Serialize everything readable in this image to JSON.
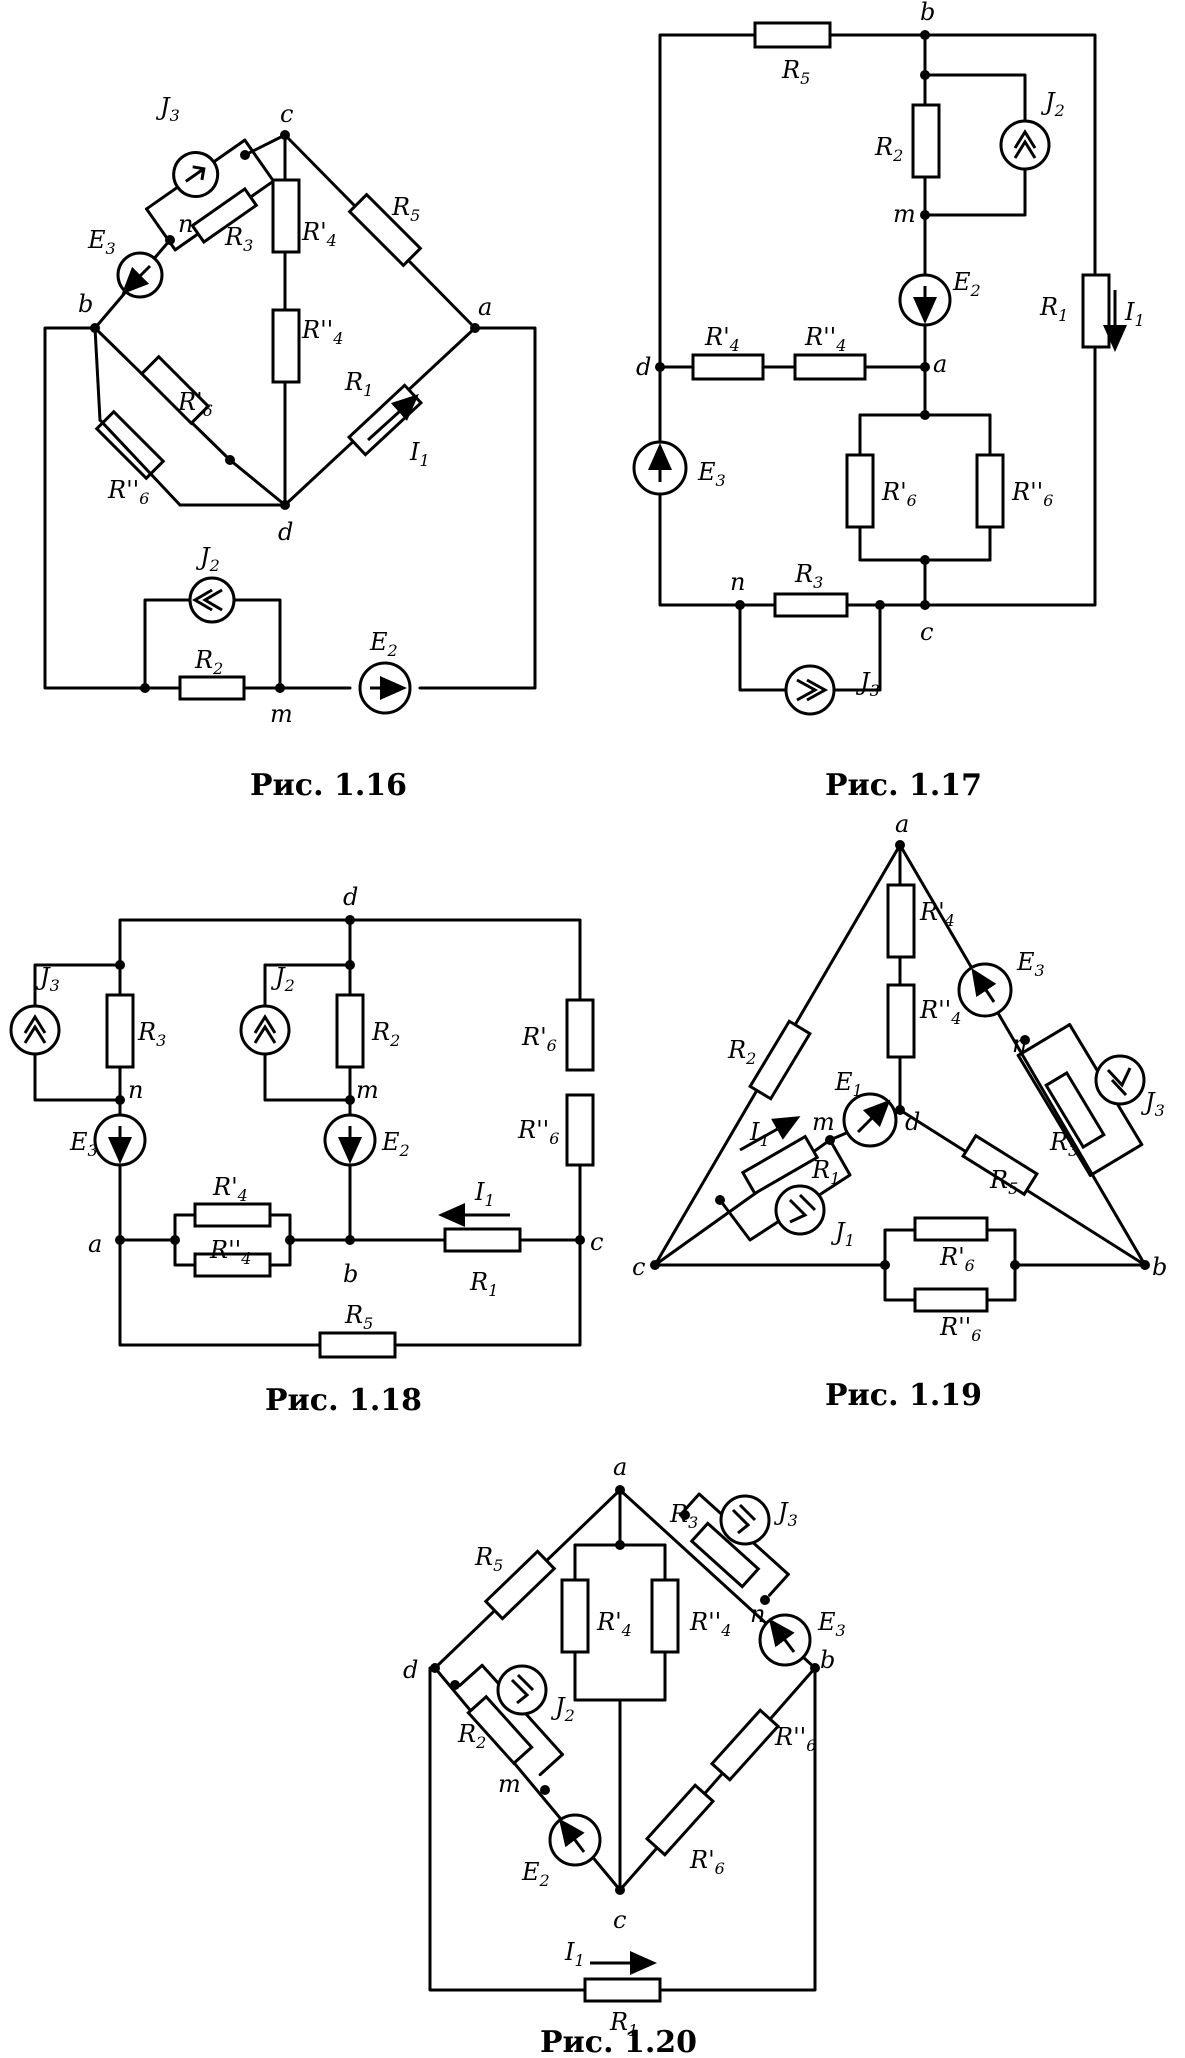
{
  "figures": [
    {
      "id": "fig16",
      "caption": "Рис. 1.16",
      "nodes": [
        "a",
        "b",
        "c",
        "d",
        "m",
        "n"
      ],
      "components": [
        "J3",
        "R3",
        "E3",
        "R'4",
        "R''4",
        "R5",
        "R1",
        "I1",
        "R'6",
        "R''6",
        "J2",
        "R2",
        "E2"
      ]
    },
    {
      "id": "fig17",
      "caption": "Рис. 1.17",
      "nodes": [
        "a",
        "b",
        "c",
        "d",
        "m",
        "n"
      ],
      "components": [
        "R5",
        "R2",
        "J2",
        "E2",
        "R1",
        "I1",
        "R'4",
        "R''4",
        "E3",
        "R'6",
        "R''6",
        "R3",
        "J3"
      ]
    },
    {
      "id": "fig18",
      "caption": "Рис. 1.18",
      "nodes": [
        "a",
        "b",
        "c",
        "d",
        "m",
        "n"
      ],
      "components": [
        "J3",
        "R3",
        "E3",
        "J2",
        "R2",
        "E2",
        "R'6",
        "R''6",
        "R'4",
        "R''4",
        "I1",
        "R1",
        "R5"
      ]
    },
    {
      "id": "fig19",
      "caption": "Рис. 1.19",
      "nodes": [
        "a",
        "b",
        "c",
        "d",
        "m",
        "n"
      ],
      "components": [
        "R'4",
        "R''4",
        "E3",
        "J3",
        "R3",
        "R2",
        "E1",
        "I1",
        "R1",
        "J1",
        "R5",
        "R'6",
        "R''6"
      ]
    },
    {
      "id": "fig20",
      "caption": "Рис. 1.20",
      "nodes": [
        "a",
        "b",
        "c",
        "d",
        "m",
        "n"
      ],
      "components": [
        "R5",
        "R3",
        "J3",
        "R'4",
        "R''4",
        "E3",
        "J2",
        "R2",
        "E2",
        "R''6",
        "R'6",
        "I1",
        "R1"
      ]
    }
  ]
}
